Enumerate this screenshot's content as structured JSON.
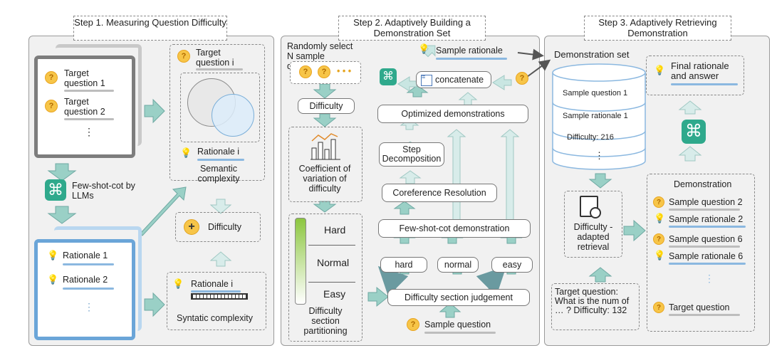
{
  "step1": {
    "title": "Step 1. Measuring Question Difficulty",
    "target_q1": "Target question 1",
    "target_q2": "Target question 2",
    "ellipsis": "⋮",
    "llm_label": "Few-shot-cot by LLMs",
    "rationale1": "Rationale 1",
    "rationale2": "Rationale 2",
    "target_qi": "Target question i",
    "rationale_i": "Rationale i",
    "semantic": "Semantic complexity",
    "difficulty": "Difficulty",
    "syntactic": "Syntatic complexity",
    "rationale_i_2": "Rationale i"
  },
  "step2": {
    "title": "Step 2. Adaptively Building a Demonstration Set",
    "random_select": "Randomly select N sample questions",
    "dots": "• • •",
    "difficulty": "Difficulty",
    "coeff": "Coefficient of variation of difficulty",
    "hard": "Hard",
    "normal": "Normal",
    "easy": "Easy",
    "partition": "Difficulty section partitioning",
    "sample_rationale": "Sample rationale",
    "concatenate": "concatenate",
    "optimized": "Optimized demonstrations",
    "step_decomp": "Step Decomposition",
    "coref": "Coreference Resolution",
    "fewshot_demo": "Few-shot-cot demonstration",
    "hard_l": "hard",
    "normal_l": "normal",
    "easy_l": "easy",
    "judgement": "Difficulty section judgement",
    "sample_question": "Sample question"
  },
  "step3": {
    "title": "Step 3. Adaptively Retrieving Demonstration",
    "demo_set": "Demonstration set",
    "sq1": "Sample question 1",
    "sr1": "Sample rationale 1",
    "diff": "Difficulty:  216",
    "vdots": "⋮",
    "retrieval": "Difficulty -adapted retrieval",
    "target_info": "Target question: What is the num of … ? Difficulty: 132",
    "final": "Final rationale and answer",
    "demonstration": "Demonstration",
    "d_sq2": "Sample question 2",
    "d_sr2": "Sample rationale 2",
    "d_sq6": "Sample question 6",
    "d_sr6": "Sample rationale 6",
    "d_target": "Target question"
  },
  "icons": {
    "question": "?",
    "plus": "+",
    "bulb": "💡"
  },
  "colors": {
    "arrow_teal": "#9ad0c6",
    "gpt_green": "#2fa98c",
    "question_yellow": "#f7c548",
    "accent_blue": "#8bb8e0",
    "panel_grey": "#f1f1f1"
  }
}
